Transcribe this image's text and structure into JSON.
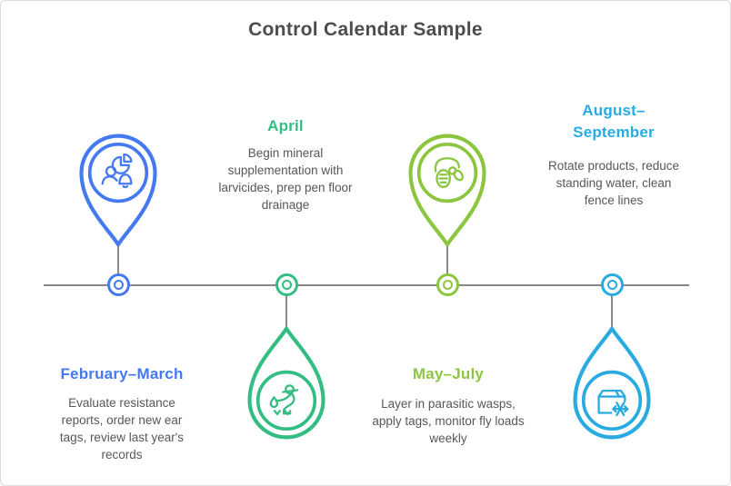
{
  "title": "Control Calendar Sample",
  "timeline": {
    "orientation": "horizontal",
    "line_color": "#868686",
    "node_style": "double-ring"
  },
  "colors": {
    "title_text": "#4d4d4d",
    "body_text": "#56575b",
    "background": "#ffffff"
  },
  "milestones": [
    {
      "label": "February–March",
      "description": "Evaluate resistance reports, order new ear tags, review last year's records",
      "color": "#4479f2",
      "icon": "pie-chart-person-bell-icon",
      "marker_shape": "pin-pointing-down",
      "marker_position": "above-line",
      "text_position": "below-line"
    },
    {
      "label": "April",
      "description": "Begin mineral supplementation with larvicides, prep pen floor drainage",
      "color": "#34bd83",
      "icon": "farmer-planting-icon",
      "marker_shape": "drop-pointing-up",
      "marker_position": "below-line",
      "text_position": "above-line"
    },
    {
      "label": "May–July",
      "description": "Layer in parasitic wasps, apply tags, monitor fly loads weekly",
      "color": "#8cc63f",
      "icon": "fly-icon",
      "marker_shape": "pin-pointing-down",
      "marker_position": "above-line",
      "text_position": "below-line"
    },
    {
      "label": "August–September",
      "description": "Rotate products, reduce standing water, clean fence lines",
      "color": "#29abe2",
      "icon": "frozen-box-snowflake-icon",
      "marker_shape": "drop-pointing-up",
      "marker_position": "below-line",
      "text_position": "above-line"
    }
  ]
}
